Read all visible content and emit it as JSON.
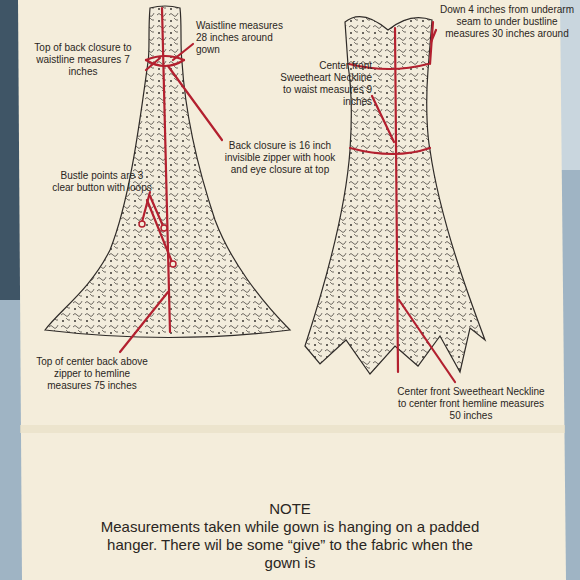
{
  "diagram": {
    "labels": [
      "Top of back closure to waistline measures 7 inches",
      "Waistline measures 28 inches around gown",
      "Bustle points are 3 clear button with loops",
      "Back closure is 16 inch invisible zipper with hook and eye closure at top",
      "Top of center back above zipper to hemline measures 75 inches",
      "Center front Sweetheart Neckline to waist measures 9 inches",
      "Down 4 inches from underarm seam to under bustline measures 30 inches around",
      "Center front Sweetheart Neckline to center front hemline measures 50 inches",
      "NOTE",
      "Measurements taken while gown is hanging on a padded hanger. There wil be some “give” to the fabric when the gown is"
    ]
  }
}
